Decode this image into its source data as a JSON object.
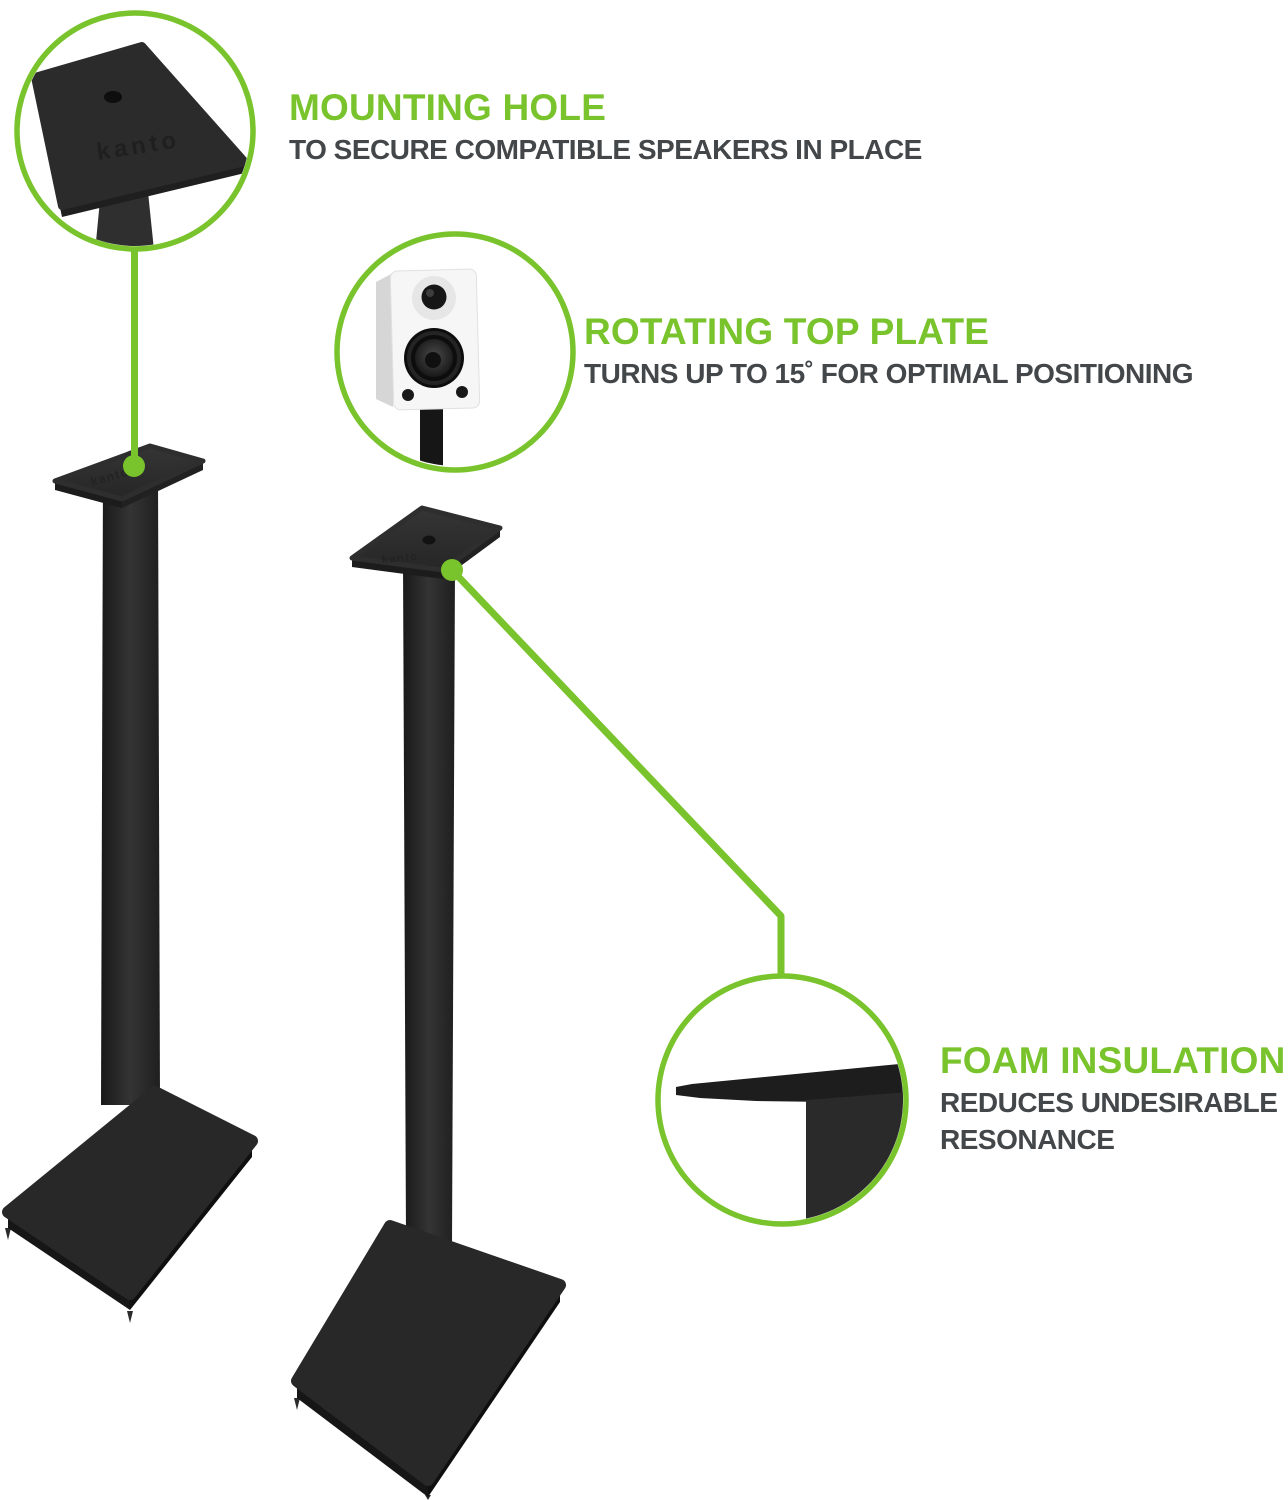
{
  "brand": {
    "logo_text": "kanto"
  },
  "colors": {
    "background": "#ffffff",
    "accent_green": "#79c32c",
    "title_green": "#79c32c",
    "body_text_dark": "#43474a",
    "stand_black": "#2e2e2e"
  },
  "callouts": {
    "mounting_hole": {
      "title": "MOUNTING HOLE",
      "subtitle": "TO SECURE COMPATIBLE SPEAKERS IN PLACE"
    },
    "rotating_top_plate": {
      "title": "ROTATING TOP PLATE",
      "subtitle": "TURNS UP TO 15˚ FOR OPTIMAL POSITIONING"
    },
    "foam_insulation": {
      "title": "FOAM INSULATION",
      "subtitle": "REDUCES UNDESIRABLE RESONANCE"
    }
  }
}
